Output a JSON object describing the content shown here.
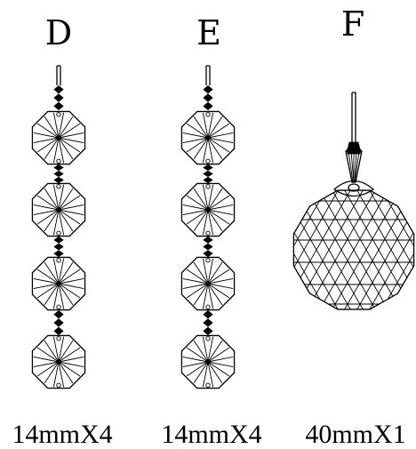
{
  "items": [
    {
      "letter": "D",
      "size": "14mmX4"
    },
    {
      "letter": "E",
      "size": "14mmX4"
    },
    {
      "letter": "F",
      "size": "40mmX1"
    }
  ]
}
